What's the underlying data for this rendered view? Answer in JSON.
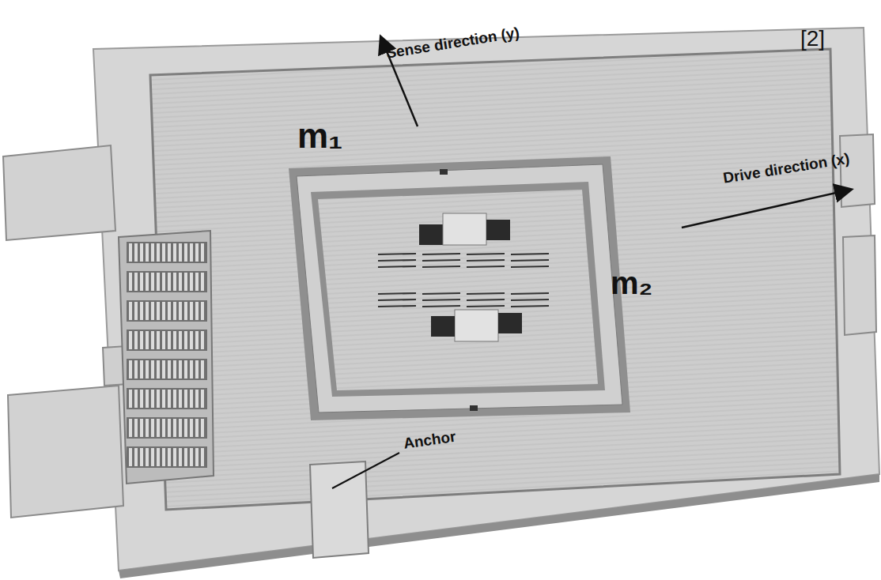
{
  "diagram": {
    "labels": [
      "Sense direction (y)",
      "m₁",
      "Drive direction (x)",
      "m₂",
      "Anchor",
      "[2]"
    ]
  }
}
